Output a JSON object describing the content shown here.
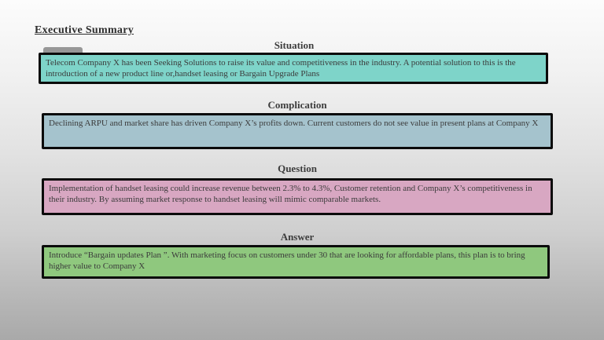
{
  "slide": {
    "title": "Executive Summary",
    "sections": [
      {
        "heading": "Situation",
        "text": "Telecom Company X has been Seeking Solutions to raise its value and competitiveness in the industry. A potential solution to this is the introduction of a new product line or,handset leasing or Bargain Upgrade Plans",
        "fill": "#7ed4c9"
      },
      {
        "heading": "Complication",
        "text": "Declining ARPU and market share  has driven Company X’s profits down. Current customers do not see value in present plans at Company X",
        "fill": "#a5c3cd"
      },
      {
        "heading": "Question",
        "text": "Implementation of handset leasing could increase revenue between 2.3% to 4.3%, Customer retention and Company X’s competitiveness in their industry. By assuming market response to handset leasing will mimic comparable markets.",
        "fill": "#d8a7c2"
      },
      {
        "heading": "Answer",
        "text": "Introduce “Bargain updates Plan ”. With marketing focus on customers under 30 that are looking for affordable plans, this plan is to bring higher value to Company X",
        "fill": "#8fc87e"
      }
    ],
    "colors": {
      "box_border": "#0b0b0b",
      "body_text": "#3b3b3b",
      "background_top": "#fcfcfc",
      "background_bottom": "#a9a9a9",
      "tab_gray": "#979797"
    }
  }
}
